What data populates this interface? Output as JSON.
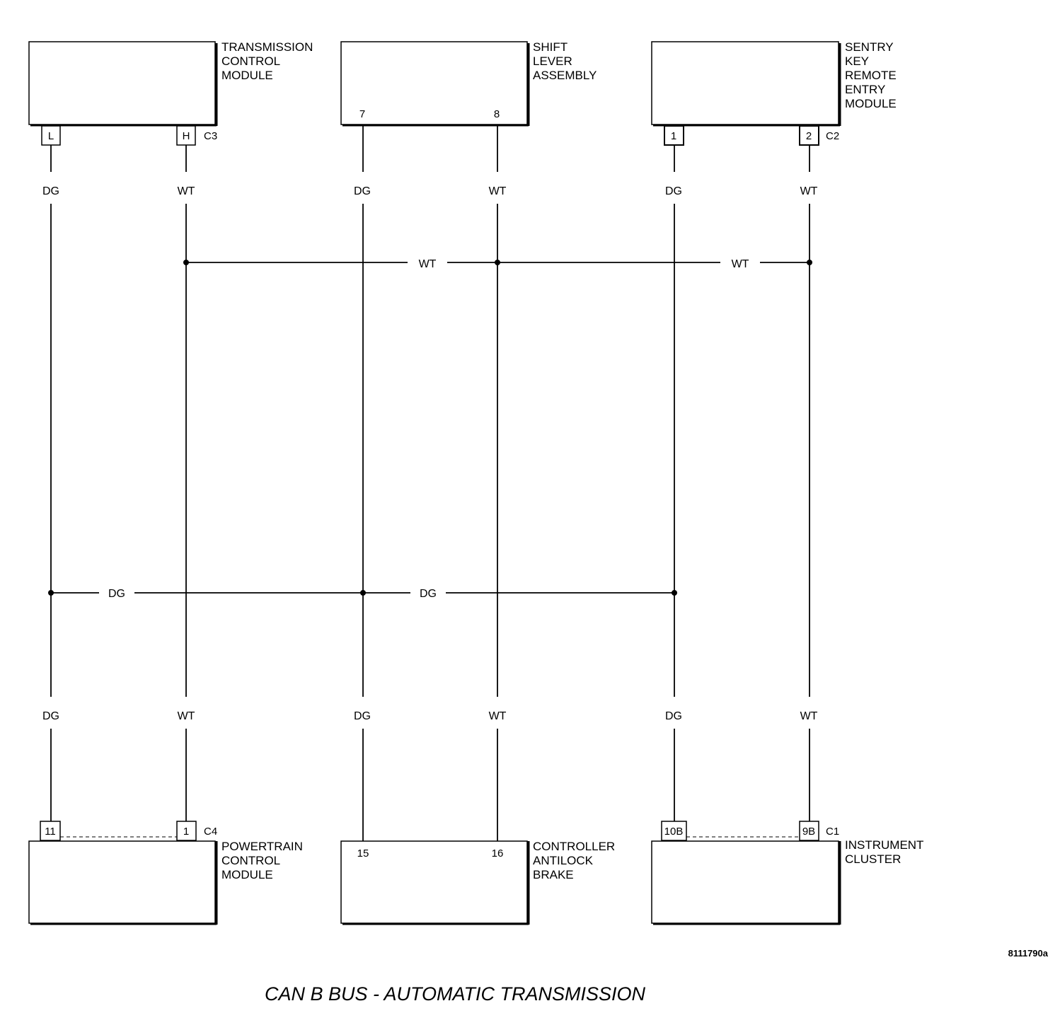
{
  "modules": {
    "tcm": {
      "lines": [
        "TRANSMISSION",
        "CONTROL",
        "MODULE"
      ],
      "connector": "C3",
      "pins": [
        "L",
        "H"
      ]
    },
    "shift_lever": {
      "lines": [
        "SHIFT",
        "LEVER",
        "ASSEMBLY"
      ],
      "pins": [
        "7",
        "8"
      ]
    },
    "skrem": {
      "lines": [
        "SENTRY",
        "KEY",
        "REMOTE",
        "ENTRY",
        "MODULE"
      ],
      "connector": "C2",
      "pins": [
        "1",
        "2"
      ]
    },
    "pcm": {
      "lines": [
        "POWERTRAIN",
        "CONTROL",
        "MODULE"
      ],
      "connector": "C4",
      "pins": [
        "11",
        "1"
      ]
    },
    "cab": {
      "lines": [
        "CONTROLLER",
        "ANTILOCK",
        "BRAKE"
      ],
      "pins": [
        "15",
        "16"
      ]
    },
    "cluster": {
      "lines": [
        "INSTRUMENT",
        "CLUSTER"
      ],
      "connector": "C1",
      "pins": [
        "10B",
        "9B"
      ]
    }
  },
  "wires": {
    "top": [
      "DG",
      "WT",
      "DG",
      "WT",
      "DG",
      "WT"
    ],
    "bottom": [
      "DG",
      "WT",
      "DG",
      "WT",
      "DG",
      "WT"
    ],
    "wt_bus": [
      "WT",
      "WT"
    ],
    "dg_bus": [
      "DG",
      "DG"
    ]
  },
  "figure_ref": "8111790a",
  "caption": "CAN B BUS - AUTOMATIC TRANSMISSION"
}
